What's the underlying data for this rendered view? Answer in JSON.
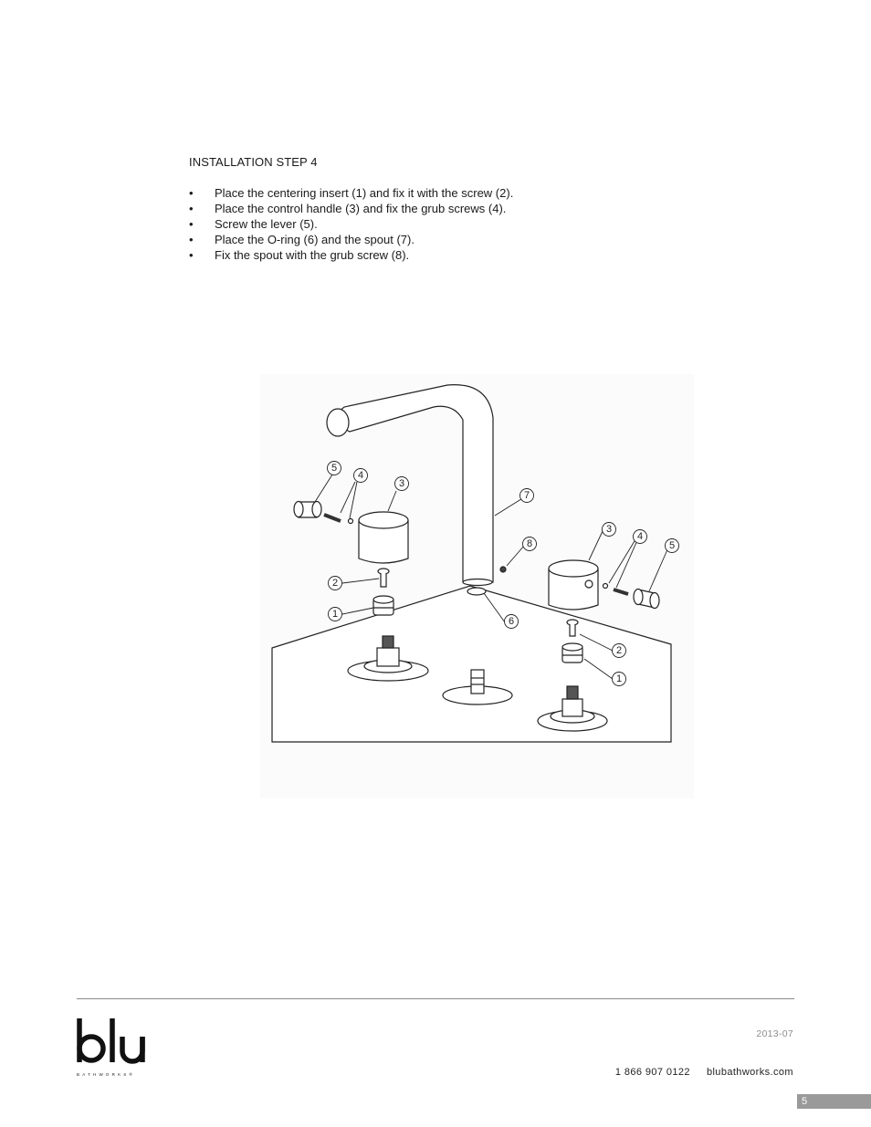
{
  "step": {
    "title": "INSTALLATION STEP 4",
    "bullet_glyph": "•",
    "items": [
      "Place the centering insert (1) and fix it with the screw (2).",
      "Place the control handle (3) and fix the grub screws (4).",
      "Screw the lever (5).",
      "Place the O-ring (6) and the spout (7).",
      "Fix the spout with the grub screw (8)."
    ]
  },
  "diagram": {
    "callouts": {
      "left_5": "5",
      "left_4": "4",
      "left_3": "3",
      "left_2": "2",
      "left_1": "1",
      "spout_7": "7",
      "grub_8": "8",
      "oring_6": "6",
      "right_3": "3",
      "right_4": "4",
      "right_5": "5",
      "right_2": "2",
      "right_1": "1"
    }
  },
  "footer": {
    "logo_text": "blu",
    "logo_subtext": "BATHWORKS®",
    "date": "2013-07",
    "phone": "1 866 907 0122",
    "website": "blubathworks.com",
    "page_number": "5"
  }
}
